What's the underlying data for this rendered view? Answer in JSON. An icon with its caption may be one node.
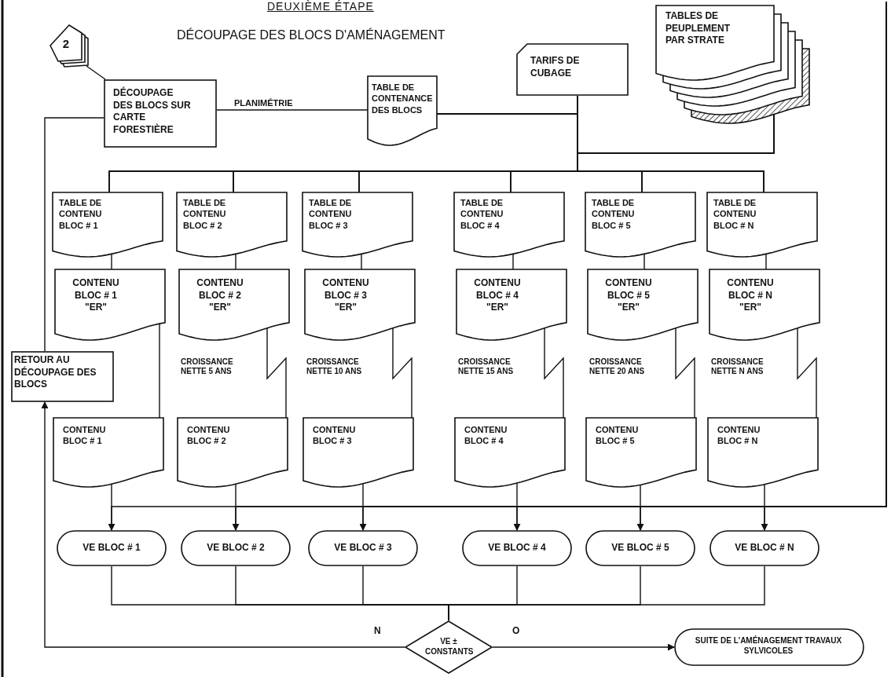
{
  "diagram": {
    "title": "DEUXIÈME ÉTAPE",
    "nodes": [
      {
        "text": [
          "2"
        ]
      },
      {
        "text": [
          "DÉCOUPAGE DES BLOCS SUR CARTE FORESTIÈRE"
        ]
      },
      {
        "text": [
          "TABLE DE CONTENANCE DES BLOCS"
        ]
      },
      {
        "text": [
          "TARIFS DE CUBAGE"
        ]
      },
      {
        "text": [
          "TABLES DE PEUPLEMENT PAR STRATE"
        ]
      },
      {
        "text": [
          "TABLE DE CONTENU BLOC # 1"
        ]
      },
      {
        "text": [
          "TABLE DE CONTENU BLOC # 2"
        ]
      },
      {
        "text": [
          "TABLE DE CONTENU BLOC # 3"
        ]
      },
      {
        "text": [
          "TABLE DE CONTENU BLOC # 4"
        ]
      },
      {
        "text": [
          "TABLE DE CONTENU BLOC # 5"
        ]
      },
      {
        "text": [
          "TABLE DE CONTENU BLOC # N"
        ]
      },
      {
        "text": [
          "CONTENU BLOC # 1 \"ER\""
        ]
      },
      {
        "text": [
          "CONTENU BLOC # 2 \"ER\""
        ]
      },
      {
        "text": [
          "CONTENU BLOC # 3 \"ER\""
        ]
      },
      {
        "text": [
          "CONTENU BLOC # 4 \"ER\""
        ]
      },
      {
        "text": [
          "CONTENU BLOC # 5 \"ER\""
        ]
      },
      {
        "text": [
          "CONTENU BLOC # N \"ER\""
        ]
      },
      {
        "text": [
          "RETOUR AU DÉCOUPAGE DES BLOCS"
        ]
      },
      {
        "text": [
          "CONTENU BLOC # 1"
        ]
      },
      {
        "text": [
          "CONTENU BLOC # 2"
        ]
      },
      {
        "text": [
          "CONTENU BLOC # 3"
        ]
      },
      {
        "text": [
          "CONTENU BLOC # 4"
        ]
      },
      {
        "text": [
          "CONTENU BLOC # 5"
        ]
      },
      {
        "text": [
          "CONTENU BLOC # N"
        ]
      },
      {
        "text": [
          "VE BLOC # 1"
        ]
      },
      {
        "text": [
          "VE BLOC # 2"
        ]
      },
      {
        "text": [
          "VE BLOC # 3"
        ]
      },
      {
        "text": [
          "VE BLOC # 4"
        ]
      },
      {
        "text": [
          "VE BLOC # 5"
        ]
      },
      {
        "text": [
          "VE BLOC # N"
        ]
      },
      {
        "text": [
          "VE ± CONSTANTS"
        ]
      },
      {
        "text": [
          "SUITE DE L'AMÉNAGEMENT TRAVAUX SYLVICOLES"
        ]
      }
    ],
    "edges": [
      {
        "from": 0,
        "to": 1,
        "arrow": "none"
      },
      {
        "from": 1,
        "to": 2,
        "arrow": "none",
        "label": "PLANIMÉTRIE"
      },
      {
        "from": 2,
        "to": 5,
        "arrow": "none"
      },
      {
        "from": 2,
        "to": 6,
        "arrow": "none"
      },
      {
        "from": 2,
        "to": 7,
        "arrow": "none"
      },
      {
        "from": 2,
        "to": 8,
        "arrow": "none"
      },
      {
        "from": 2,
        "to": 9,
        "arrow": "none"
      },
      {
        "from": 2,
        "to": 10,
        "arrow": "none"
      },
      {
        "from": 3,
        "to": 5,
        "arrow": "none"
      },
      {
        "from": 3,
        "to": 6,
        "arrow": "none"
      },
      {
        "from": 3,
        "to": 7,
        "arrow": "none"
      },
      {
        "from": 3,
        "to": 8,
        "arrow": "none"
      },
      {
        "from": 3,
        "to": 9,
        "arrow": "none"
      },
      {
        "from": 3,
        "to": 10,
        "arrow": "none"
      },
      {
        "from": 4,
        "to": 5,
        "arrow": "none"
      },
      {
        "from": 4,
        "to": 6,
        "arrow": "none"
      },
      {
        "from": 4,
        "to": 7,
        "arrow": "none"
      },
      {
        "from": 4,
        "to": 8,
        "arrow": "none"
      },
      {
        "from": 4,
        "to": 9,
        "arrow": "none"
      },
      {
        "from": 4,
        "to": 10,
        "arrow": "none"
      },
      {
        "from": 5,
        "to": 11,
        "arrow": "none"
      },
      {
        "from": 6,
        "to": 12,
        "arrow": "none"
      },
      {
        "from": 7,
        "to": 13,
        "arrow": "none"
      },
      {
        "from": 8,
        "to": 14,
        "arrow": "none"
      },
      {
        "from": 9,
        "to": 15,
        "arrow": "none"
      },
      {
        "from": 10,
        "to": 16,
        "arrow": "none"
      },
      {
        "from": 11,
        "to": 18,
        "arrow": "none"
      },
      {
        "from": 12,
        "to": 19,
        "arrow": "none",
        "label": "CROISSANCE NETTE 5 ANS"
      },
      {
        "from": 13,
        "to": 20,
        "arrow": "none",
        "label": "CROISSANCE NETTE 10 ANS"
      },
      {
        "from": 14,
        "to": 21,
        "arrow": "none",
        "label": "CROISSANCE NETTE 15 ANS"
      },
      {
        "from": 15,
        "to": 22,
        "arrow": "none",
        "label": "CROISSANCE NETTE 20 ANS"
      },
      {
        "from": 16,
        "to": 23,
        "arrow": "none",
        "label": "CROISSANCE NETTE N ANS"
      },
      {
        "from": null,
        "to": 24,
        "arrow": "to"
      },
      {
        "from": null,
        "to": 25,
        "arrow": "to"
      },
      {
        "from": null,
        "to": 26,
        "arrow": "to"
      },
      {
        "from": null,
        "to": 27,
        "arrow": "to"
      },
      {
        "from": null,
        "to": 28,
        "arrow": "to"
      },
      {
        "from": null,
        "to": 29,
        "arrow": "to"
      },
      {
        "from": 18,
        "to": 24,
        "arrow": "none"
      },
      {
        "from": 19,
        "to": 25,
        "arrow": "none"
      },
      {
        "from": 20,
        "to": 26,
        "arrow": "none"
      },
      {
        "from": 21,
        "to": 27,
        "arrow": "none"
      },
      {
        "from": 22,
        "to": 28,
        "arrow": "none"
      },
      {
        "from": 23,
        "to": 29,
        "arrow": "none"
      },
      {
        "from": 24,
        "to": 30,
        "arrow": "none"
      },
      {
        "from": 25,
        "to": 30,
        "arrow": "none"
      },
      {
        "from": 26,
        "to": 30,
        "arrow": "none"
      },
      {
        "from": 27,
        "to": 30,
        "arrow": "none"
      },
      {
        "from": 28,
        "to": 30,
        "arrow": "none"
      },
      {
        "from": 29,
        "to": 30,
        "arrow": "none"
      },
      {
        "from": 30,
        "to": 31,
        "arrow": "to",
        "label": "O"
      },
      {
        "from": 30,
        "to": 17,
        "arrow": "to",
        "label": "N"
      },
      {
        "from": 17,
        "to": 1,
        "arrow": "none"
      }
    ],
    "labels": [
      "DÉCOUPAGE DES BLOCS D'AMÉNAGEMENT"
    ]
  }
}
